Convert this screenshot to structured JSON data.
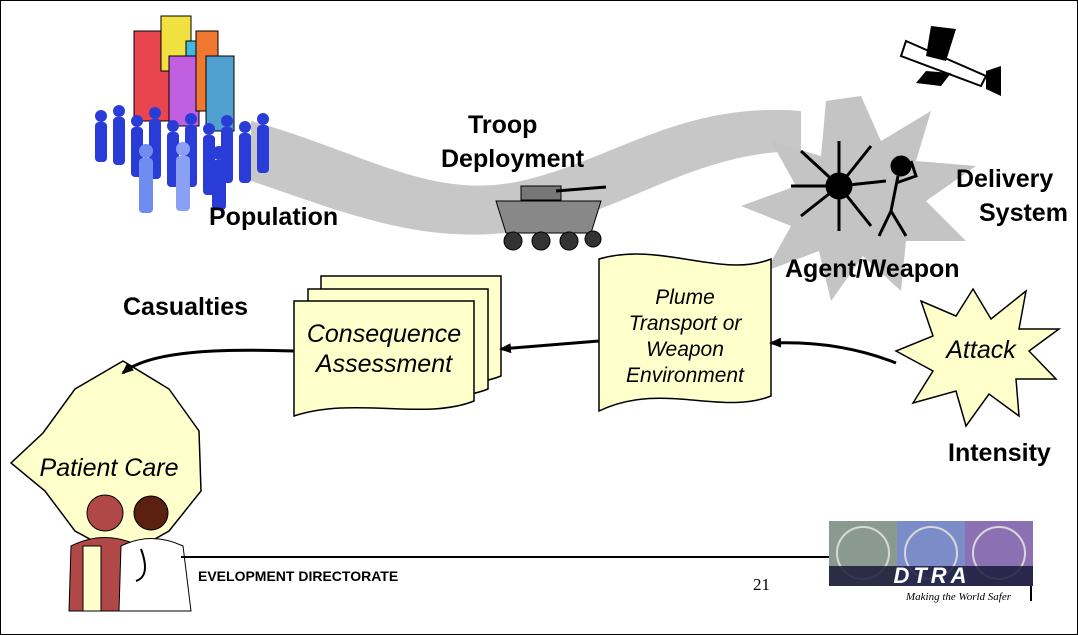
{
  "labels": {
    "troop_line1": "Troop",
    "troop_line2": "Deployment",
    "population": "Population",
    "delivery_line1": "Delivery",
    "delivery_line2": "System",
    "agent_weapon": "Agent/Weapon",
    "casualties": "Casualties",
    "intensity": "Intensity"
  },
  "boxes": {
    "consequence_line1": "Consequence",
    "consequence_line2": "Assessment",
    "plume_line1": "Plume",
    "plume_line2": "Transport or",
    "plume_line3": "Weapon",
    "plume_line4": "Environment",
    "attack": "Attack",
    "patient_care": "Patient Care"
  },
  "footer": {
    "directorate": "EVELOPMENT DIRECTORATE",
    "page_number": "21",
    "logo_text": "DTRA",
    "tagline": "Making the World Safer"
  },
  "colors": {
    "box_fill": "#ffffcc",
    "band_gray": "#bdbdbd",
    "burst_gray": "#c4c4c4",
    "people_blue": "#2a3cd8"
  }
}
